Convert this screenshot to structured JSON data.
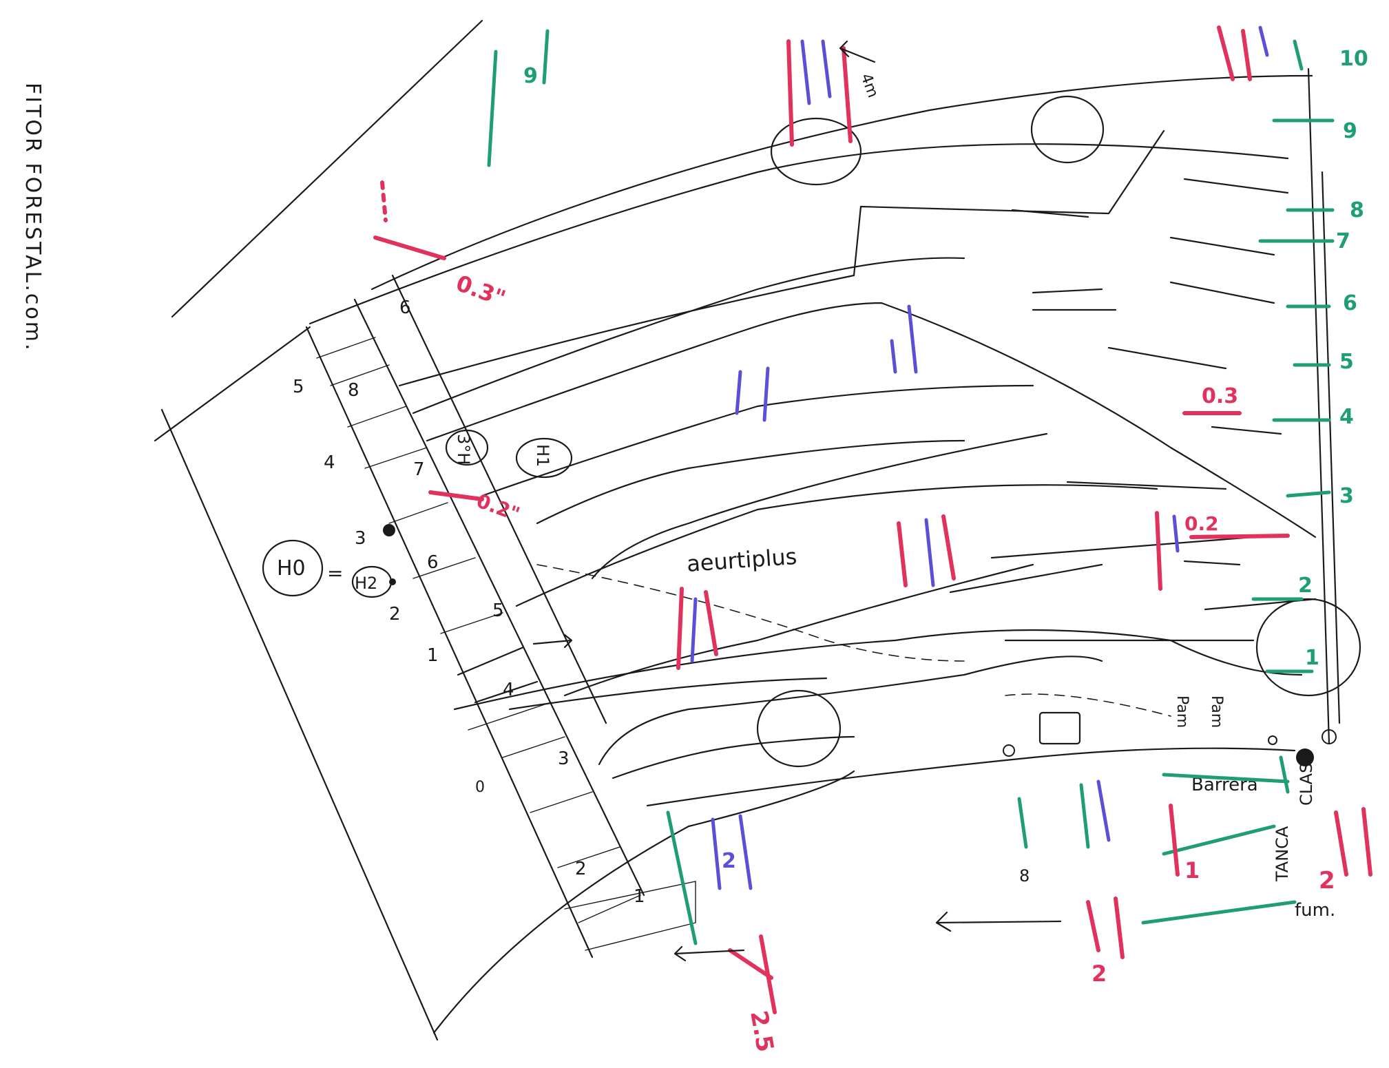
{
  "signature": "FITOR FORESTAL.com.",
  "labels": {
    "species": "aeurtiplus",
    "h0": "H0",
    "eq": "=",
    "h2": "H2",
    "h1": "H1",
    "h3": "3°H",
    "barrera": "Barrera",
    "tanca": "TANCA",
    "clas": "CLAS",
    "pam": "Pam",
    "pam2": "Pam",
    "fum": "fum."
  },
  "measurements": {
    "m_03_top": "0.3\"",
    "m_02_left": "0.2\"",
    "m_03_right": "0.3",
    "m_02_right": "0.2",
    "m_25": "2.5",
    "m_2_bottom": "2",
    "m_2_blue": "2",
    "m_1_red": "1",
    "m_2_red": "2"
  },
  "numbers": {
    "right_scale": [
      "10",
      "9",
      "8",
      "7",
      "6",
      "5",
      "4",
      "3",
      "2",
      "1"
    ],
    "stairs": [
      "8",
      "7",
      "6",
      "5",
      "4",
      "3",
      "2",
      "1"
    ],
    "left_marks": [
      "6",
      "5",
      "4",
      "3",
      "2",
      "1"
    ],
    "misc_a": "9",
    "misc_b": "0",
    "misc_c": "8",
    "misc_d": "4m"
  },
  "colors": {
    "ink": "#1a1a1a",
    "red": "#e0325c",
    "blue": "#5b4fd6",
    "green": "#1e9e72"
  }
}
